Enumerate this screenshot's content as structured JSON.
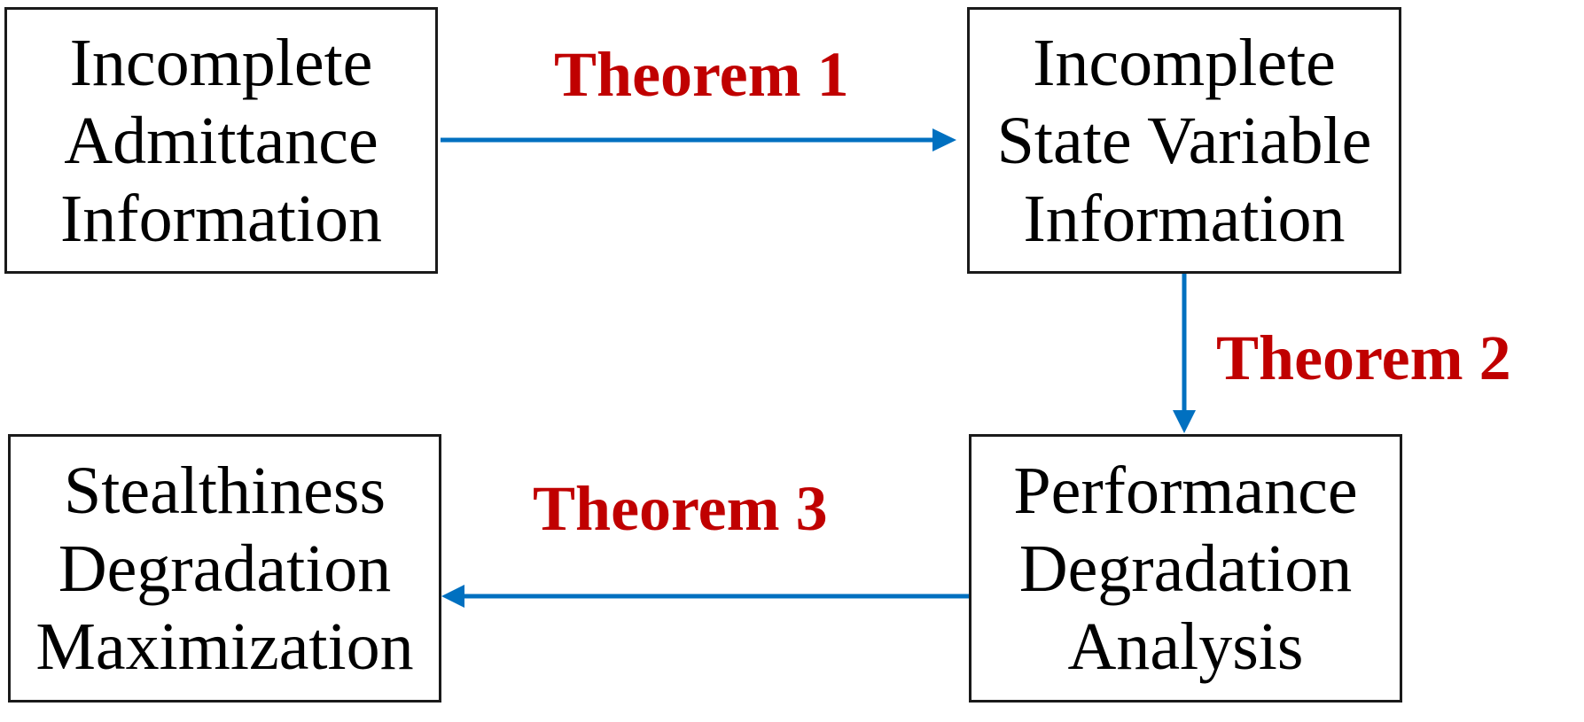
{
  "diagram": {
    "type": "flowchart",
    "colors": {
      "box_border": "#1a1a1a",
      "box_text": "#000000",
      "arrow": "#0070C0",
      "theorem_label": "#C00000",
      "background": "#ffffff"
    },
    "boxes": [
      {
        "id": "incomplete-admittance",
        "lines": [
          "Incomplete",
          "Admittance",
          "Information"
        ]
      },
      {
        "id": "incomplete-state-variable",
        "lines": [
          "Incomplete",
          "State Variable",
          "Information"
        ]
      },
      {
        "id": "performance-degradation",
        "lines": [
          "Performance",
          "Degradation",
          "Analysis"
        ]
      },
      {
        "id": "stealthiness-degradation",
        "lines": [
          "Stealthiness",
          "Degradation",
          "Maximization"
        ]
      }
    ],
    "edges": [
      {
        "from": "incomplete-admittance",
        "to": "incomplete-state-variable",
        "label": "Theorem 1",
        "direction": "right"
      },
      {
        "from": "incomplete-state-variable",
        "to": "performance-degradation",
        "label": "Theorem 2",
        "direction": "down"
      },
      {
        "from": "performance-degradation",
        "to": "stealthiness-degradation",
        "label": "Theorem 3",
        "direction": "left"
      }
    ]
  }
}
